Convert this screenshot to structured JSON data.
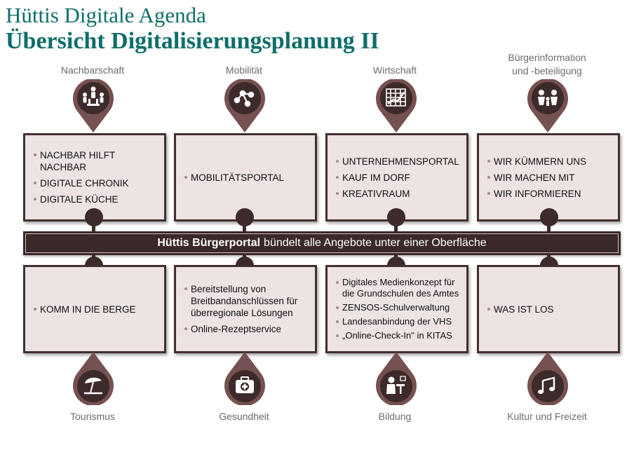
{
  "header": {
    "title": "Hüttis Digitale Agenda",
    "subtitle": "Übersicht Digitalisierungsplanung II"
  },
  "banner": {
    "bold": "Hüttis Bürgerportal",
    "rest": "bündelt alle Angebote unter einer Oberfläche"
  },
  "top": [
    {
      "label": "Nachbarschaft",
      "icon": "people-icon",
      "items": [
        "NACHBAR HILFT NACHBAR",
        "DIGITALE CHRONIK",
        "DIGITALE KÜCHE"
      ]
    },
    {
      "label": "Mobilität",
      "icon": "network-icon",
      "items": [
        "MOBILITÄTSPORTAL"
      ]
    },
    {
      "label": "Wirtschaft",
      "icon": "chart-icon",
      "items": [
        "UNTERNEHMENSPORTAL",
        "KAUF IM DORF",
        "KREATIVRAUM"
      ]
    },
    {
      "label_line1": "Bürgerinformation",
      "label_line2": "und -beteiligung",
      "icon": "citizens-icon",
      "items": [
        "WIR KÜMMERN UNS",
        "WIR MACHEN MIT",
        "WIR INFORMIEREN"
      ]
    }
  ],
  "bottom": [
    {
      "label": "Tourismus",
      "icon": "beach-umbrella-icon",
      "items": [
        "KOMM IN DIE BERGE"
      ]
    },
    {
      "label": "Gesundheit",
      "icon": "medical-kit-icon",
      "items": [
        "Bereitstellung von Breitbandanschlüssen für überregionale Lösungen",
        "Online-Rezeptservice"
      ]
    },
    {
      "label": "Bildung",
      "icon": "teacher-icon",
      "items": [
        "Digitales Medienkonzept für die Grundschulen des Amtes",
        "ZENSOS-Schulverwaltung",
        "Landesanbindung der VHS",
        "„Online-Check-In\" in KITAS"
      ]
    },
    {
      "label": "Kultur und Freizeit",
      "icon": "music-note-icon",
      "items": [
        "WAS IST LOS"
      ]
    }
  ],
  "colors": {
    "title": "#0e6e6a",
    "dark": "#3d2a2a",
    "box_fill": "#ede3e3",
    "pin": "#765151"
  }
}
